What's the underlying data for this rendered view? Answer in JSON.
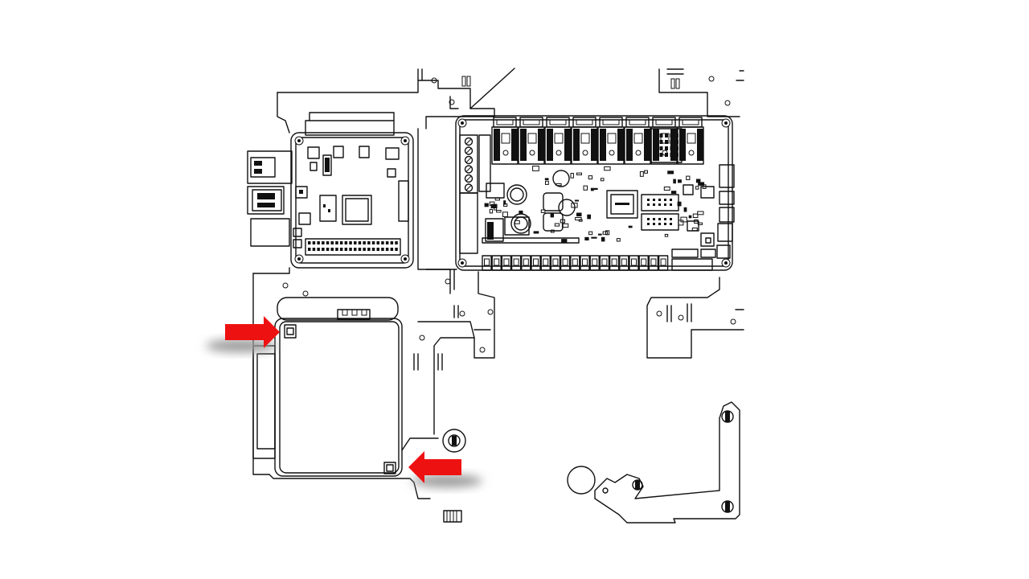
{
  "diagram": {
    "colors": {
      "line": "#111111",
      "background": "#ffffff",
      "arrow": "#ee1111",
      "arrow_shadow": "#9a9a9a"
    },
    "callouts": [
      {
        "name": "arrow-top-left",
        "direction": "right",
        "points_to": "module-mount-top-left"
      },
      {
        "name": "arrow-bottom-right",
        "direction": "left",
        "points_to": "module-mount-bottom-right"
      }
    ],
    "components": [
      "frame-panel",
      "single-board-computer",
      "controller-mainboard",
      "lower-module",
      "bracket-arm",
      "round-hole"
    ]
  }
}
